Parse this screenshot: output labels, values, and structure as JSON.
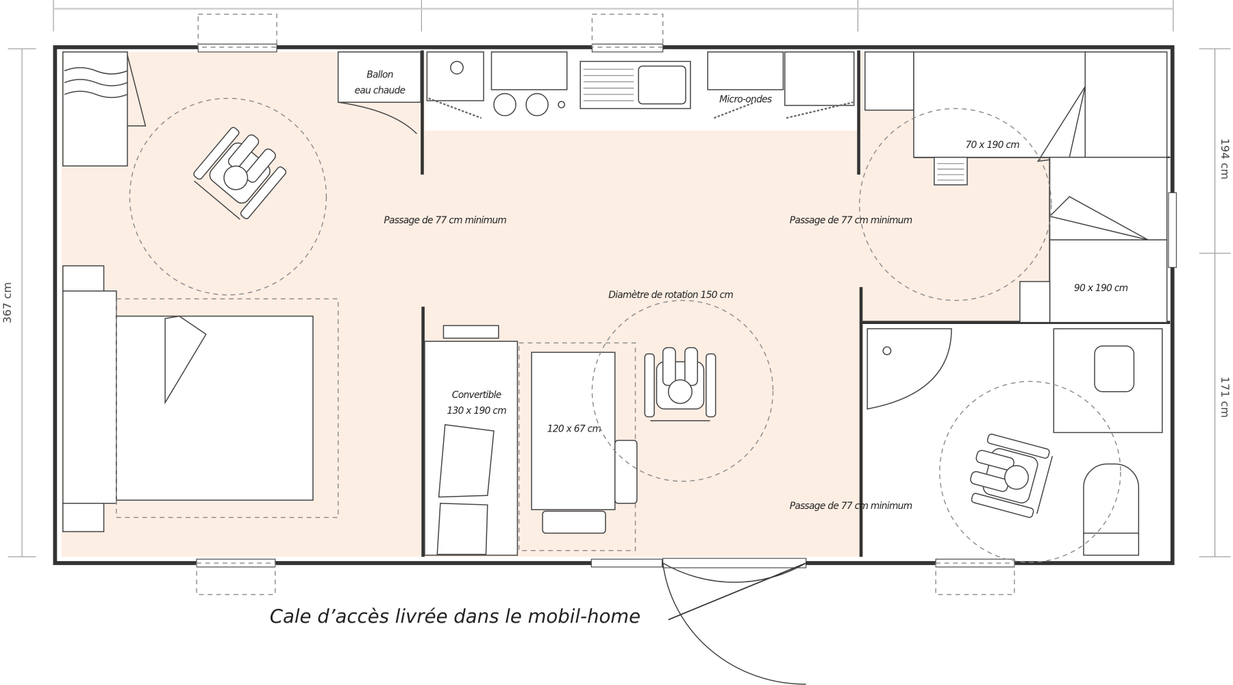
{
  "colors": {
    "floor": "#fdeee4",
    "wall": "#333333"
  },
  "rooms": {
    "water_heater": [
      "Ballon",
      "eau chaude"
    ],
    "microwave": "Micro-ondes",
    "bunk_top": "70 x 190 cm",
    "bunk_bottom": "90 x 190 cm",
    "sofa": [
      "Convertible",
      "130 x 190 cm"
    ],
    "table": "120 x 67 cm"
  },
  "annotations": {
    "passage_left": "Passage de 77 cm minimum",
    "passage_right": "Passage de 77 cm minimum",
    "passage_bath": "Passage de 77 cm minimum",
    "rotation": "Diamètre de rotation 150 cm",
    "callout": "Cale d’accès livrée dans le mobil-home"
  },
  "dimensions": {
    "total_depth": "367 cm",
    "right_top": "194 cm",
    "right_bottom": "171 cm"
  },
  "icons": [
    "wheelchair-icon",
    "bed-icon",
    "sink-icon",
    "shower-icon",
    "toilet-icon"
  ]
}
